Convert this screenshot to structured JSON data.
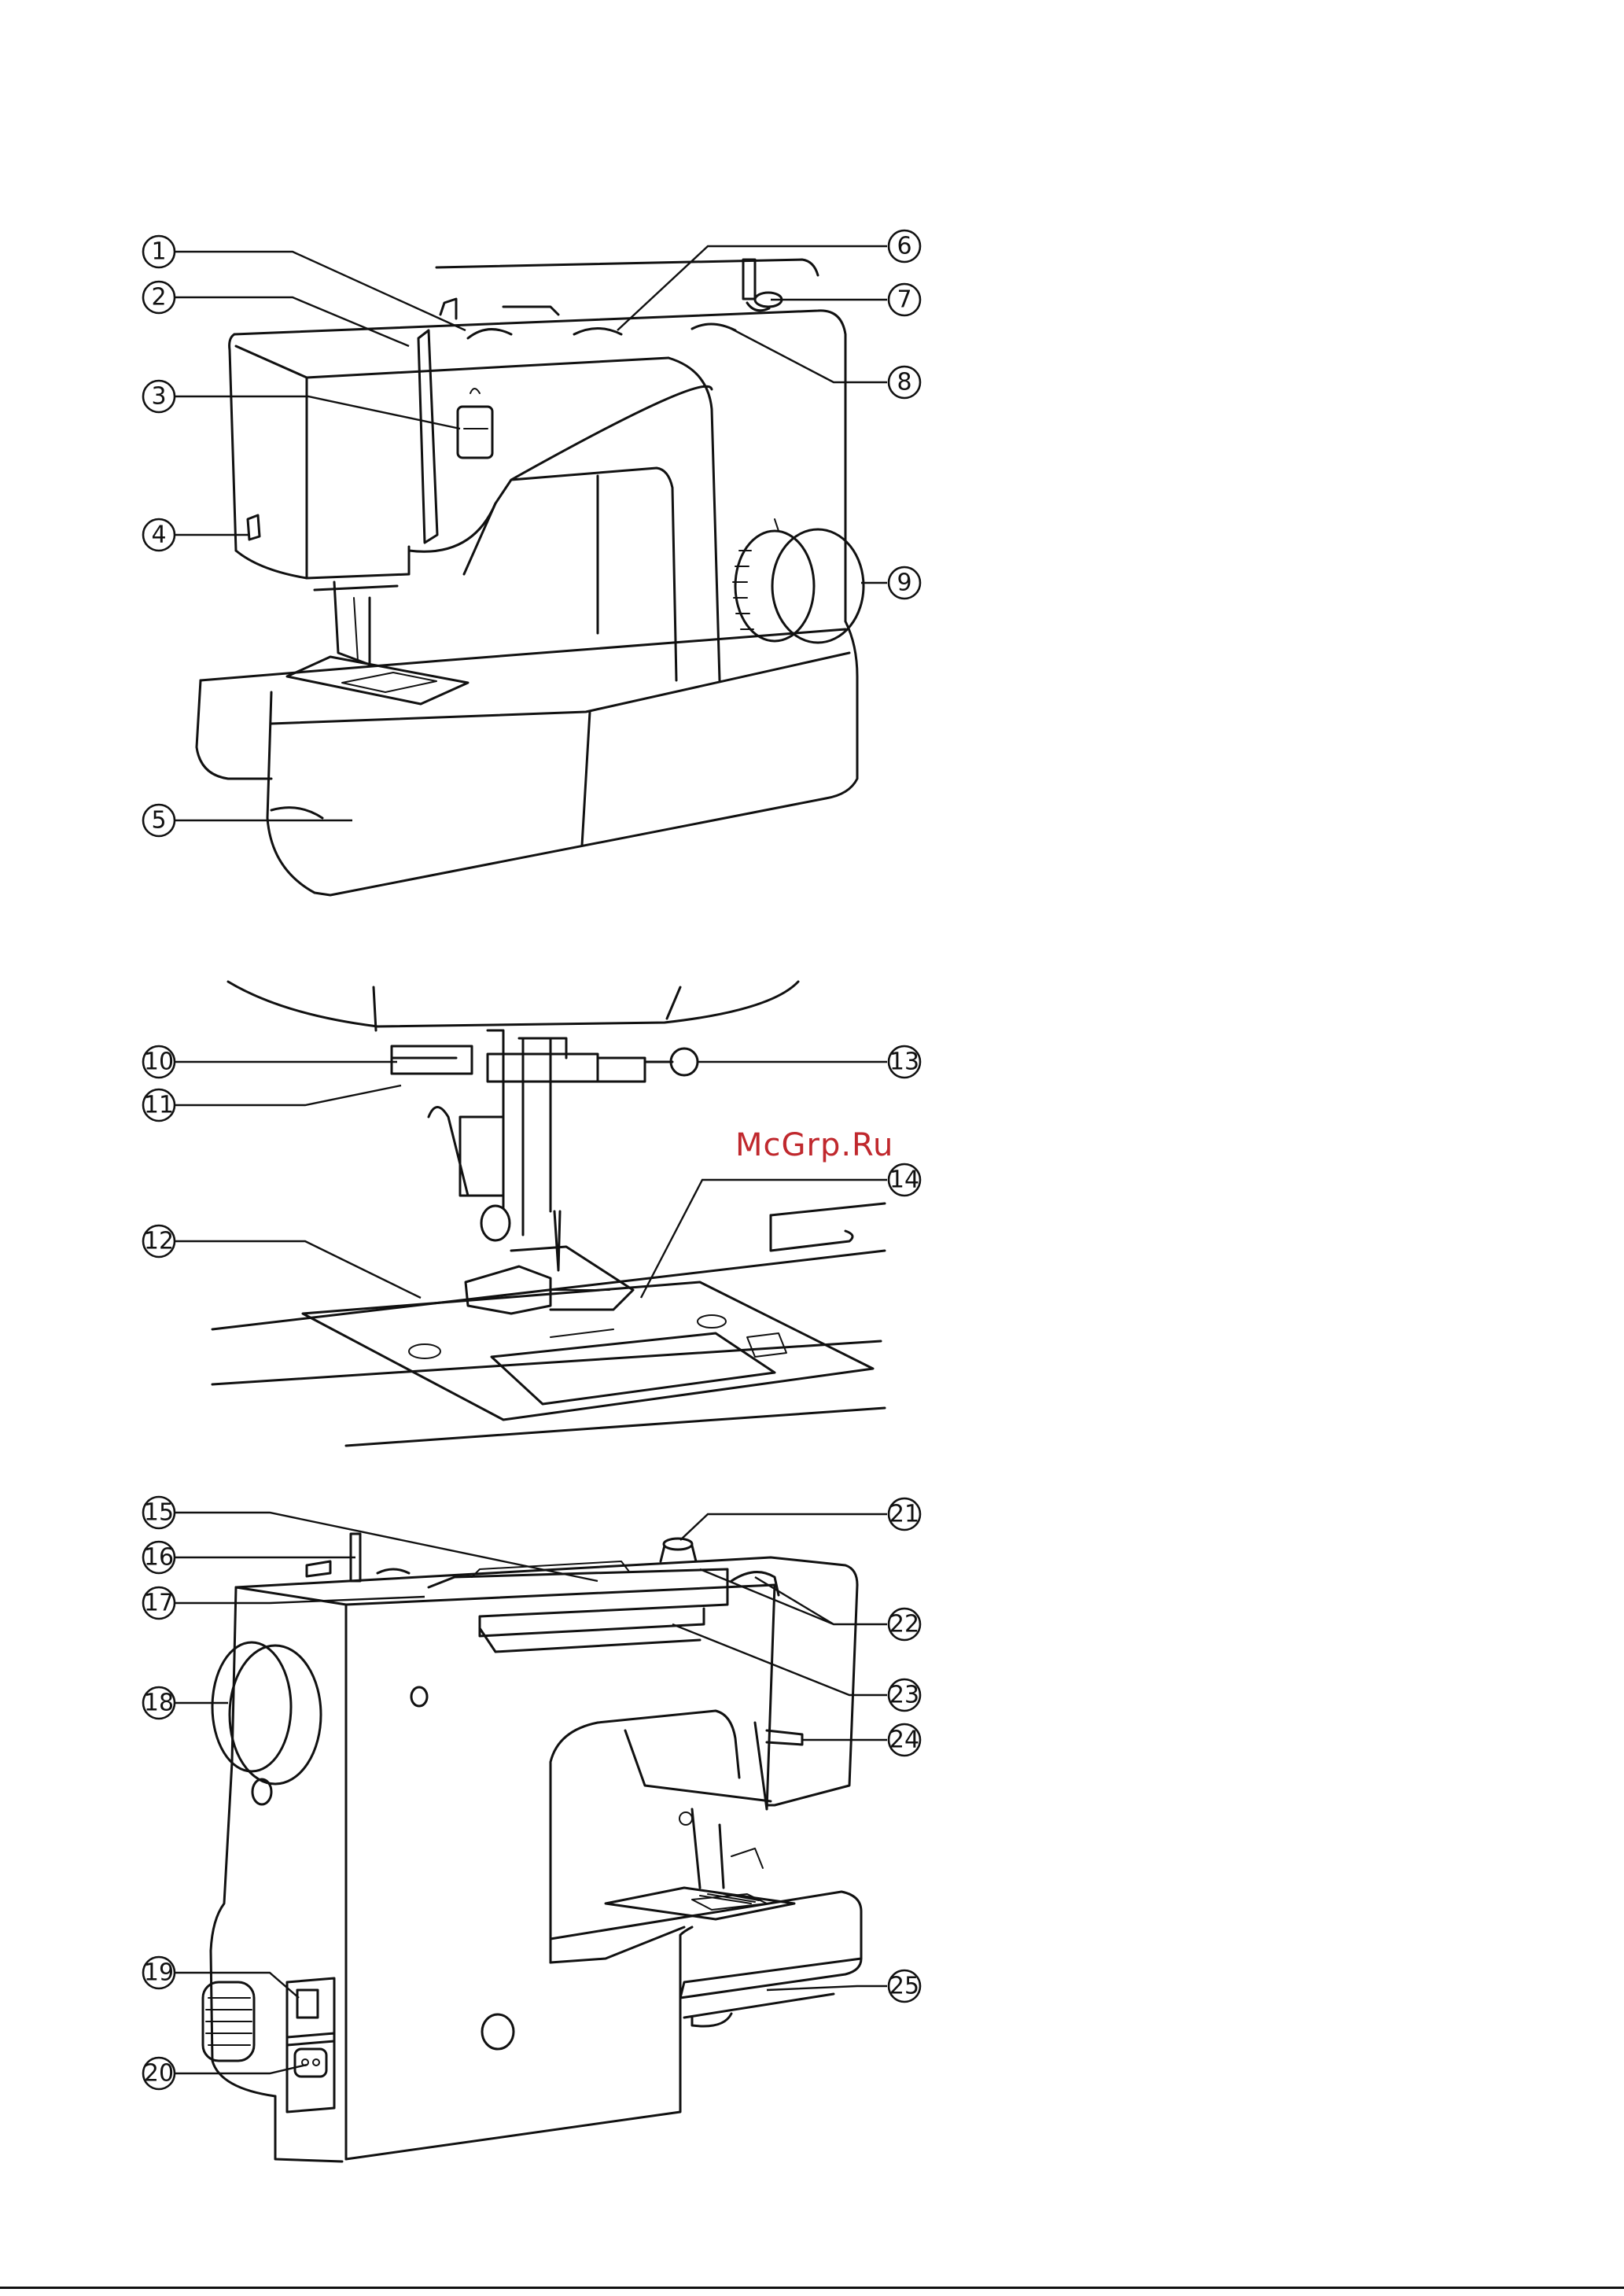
{
  "watermark": "McGrp.Ru",
  "callouts": [
    {
      "n": "1"
    },
    {
      "n": "2"
    },
    {
      "n": "3"
    },
    {
      "n": "4"
    },
    {
      "n": "5"
    },
    {
      "n": "6"
    },
    {
      "n": "7"
    },
    {
      "n": "8"
    },
    {
      "n": "9"
    },
    {
      "n": "10"
    },
    {
      "n": "11"
    },
    {
      "n": "12"
    },
    {
      "n": "13"
    },
    {
      "n": "14"
    },
    {
      "n": "15"
    },
    {
      "n": "16"
    },
    {
      "n": "17"
    },
    {
      "n": "18"
    },
    {
      "n": "19"
    },
    {
      "n": "20"
    },
    {
      "n": "21"
    },
    {
      "n": "22"
    },
    {
      "n": "23"
    },
    {
      "n": "24"
    },
    {
      "n": "25"
    }
  ]
}
